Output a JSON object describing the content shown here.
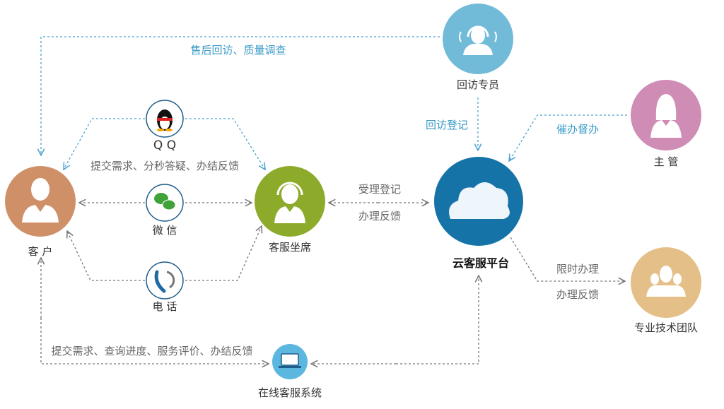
{
  "nodes": {
    "customer": {
      "label": "客 户",
      "color": "#cf9068"
    },
    "qq": {
      "label": "Q Q"
    },
    "wechat": {
      "label": "微 信"
    },
    "phone": {
      "label": "电 话"
    },
    "agent": {
      "label": "客服坐席",
      "color": "#8dab2b"
    },
    "platform": {
      "label": "云客服平台",
      "color": "#1673a8"
    },
    "callback": {
      "label": "回访专员",
      "color": "#72bbd8"
    },
    "supervisor": {
      "label": "主 管",
      "color": "#cf8db5"
    },
    "tech_team": {
      "label": "专业技术团队",
      "color": "#e4bf88"
    },
    "online": {
      "label": "在线客服系统",
      "color": "#5cb7e0"
    }
  },
  "edges": {
    "aftersales": "售后回访、质量调查",
    "channels": "提交需求、分秒答疑、办结反馈",
    "accept": "受理登记",
    "feedback1": "办理反馈",
    "callback_reg": "回访登记",
    "urge": "催办督办",
    "timelimit": "限时办理",
    "feedback2": "办理反馈",
    "online_text": "提交需求、查询进度、服务评价、办结反馈"
  }
}
